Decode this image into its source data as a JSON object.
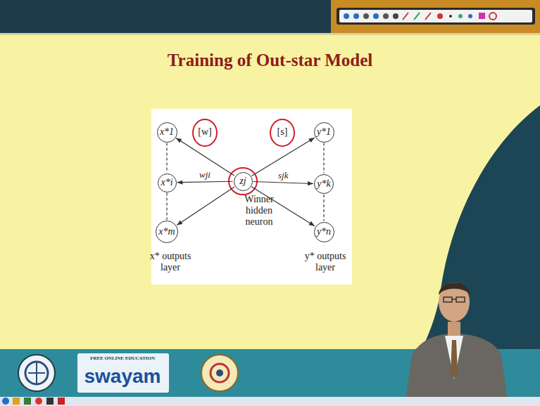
{
  "diagram": {
    "title": "Training of Out-star Model",
    "nodes": [
      {
        "text": [
          "x*1"
        ]
      },
      {
        "text": [
          "x*i"
        ]
      },
      {
        "text": [
          "x*m"
        ]
      },
      {
        "text": [
          "zj"
        ]
      },
      {
        "text": [
          "y*1"
        ]
      },
      {
        "text": [
          "y*k"
        ]
      },
      {
        "text": [
          "y*n"
        ]
      }
    ],
    "edges": [
      {
        "from": 3,
        "to": 0,
        "arrow": "to"
      },
      {
        "from": 3,
        "to": 1,
        "label": "wji",
        "arrow": "to"
      },
      {
        "from": 3,
        "to": 2,
        "arrow": "to"
      },
      {
        "from": 3,
        "to": 4,
        "arrow": "to"
      },
      {
        "from": 3,
        "to": 5,
        "label": "sjk",
        "arrow": "to"
      },
      {
        "from": 3,
        "to": 6,
        "arrow": "to"
      },
      {
        "from": 0,
        "to": 1,
        "arrow": "none"
      },
      {
        "from": 1,
        "to": 2,
        "arrow": "none"
      },
      {
        "from": 4,
        "to": 5,
        "arrow": "none"
      },
      {
        "from": 5,
        "to": 6,
        "arrow": "none"
      }
    ],
    "labels": [
      "[w]",
      "[s]",
      "Winner hidden neuron",
      "x* outputs layer",
      "y* outputs layer",
      "FREE ONLINE EDUCATION",
      "swayam"
    ]
  }
}
